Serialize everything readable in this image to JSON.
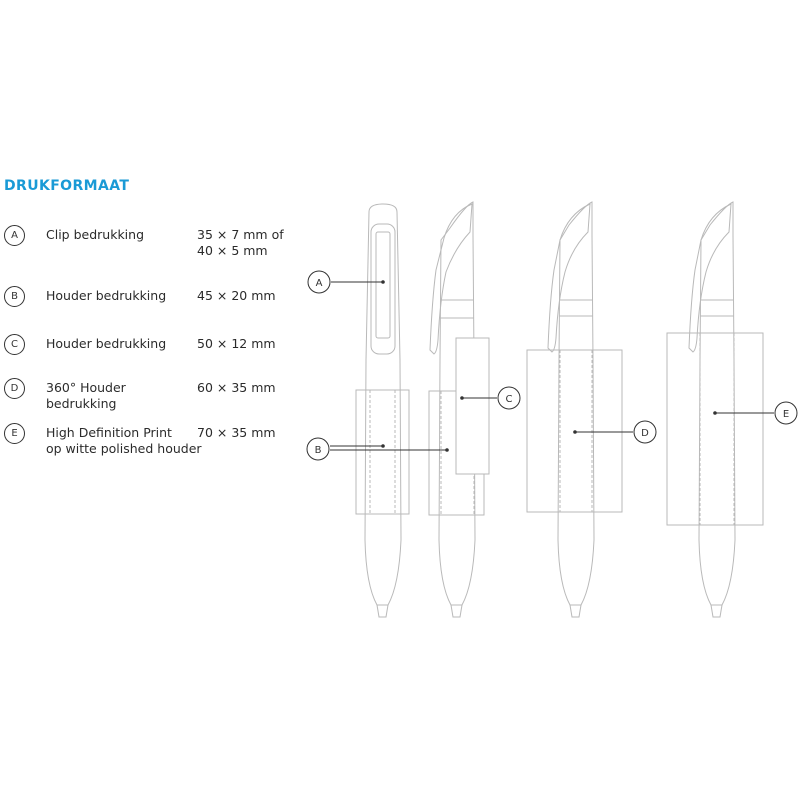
{
  "title": "DRUKFORMAAT",
  "rows": [
    {
      "letter": "A",
      "description": "Clip bedrukking",
      "size": "35 × 7 mm of\n40 × 5 mm"
    },
    {
      "letter": "B",
      "description": "Houder bedrukking",
      "size": "45 × 20 mm"
    },
    {
      "letter": "C",
      "description": "Houder bedrukking",
      "size": "50 × 12 mm"
    },
    {
      "letter": "D",
      "description": "360° Houder\nbedrukking",
      "size": "60 × 35 mm"
    },
    {
      "letter": "E",
      "description": "High Definition Print\nop witte polished houder",
      "size": "70 × 35 mm"
    }
  ],
  "callouts": {
    "a": "A",
    "b": "B",
    "c": "C",
    "d": "D",
    "e": "E"
  },
  "colors": {
    "accent": "#1a9ad6",
    "line": "#b9b9b9",
    "ink": "#333333"
  }
}
